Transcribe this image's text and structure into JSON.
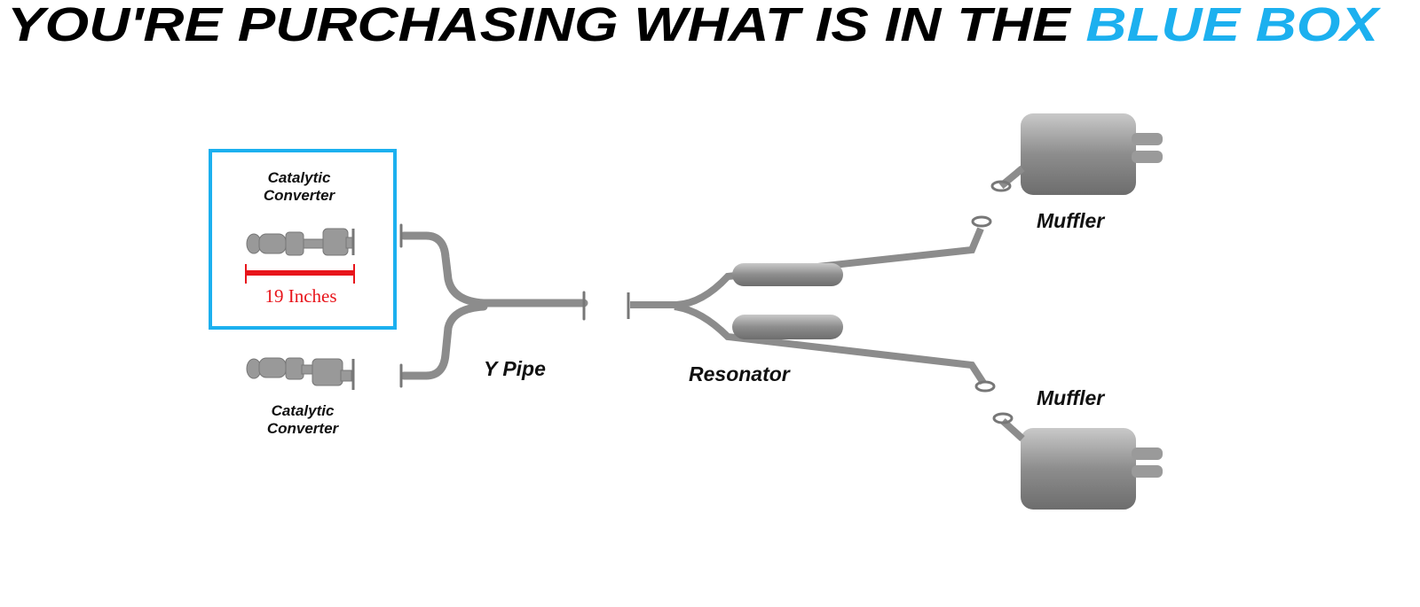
{
  "title": {
    "prefix": "YOU'RE PURCHASING WHAT IS IN THE ",
    "highlight": "BLUE BOX",
    "highlight_color": "#1cb0ef"
  },
  "parts": {
    "cat_top": {
      "line1": "Catalytic",
      "line2": "Converter"
    },
    "cat_bottom": {
      "line1": "Catalytic",
      "line2": "Converter"
    },
    "y_pipe": "Y Pipe",
    "resonator": "Resonator",
    "muffler_top": "Muffler",
    "muffler_bottom": "Muffler"
  },
  "measurement": {
    "label": "19 Inches",
    "color": "#e8151b"
  },
  "box_color": "#1cb0ef"
}
